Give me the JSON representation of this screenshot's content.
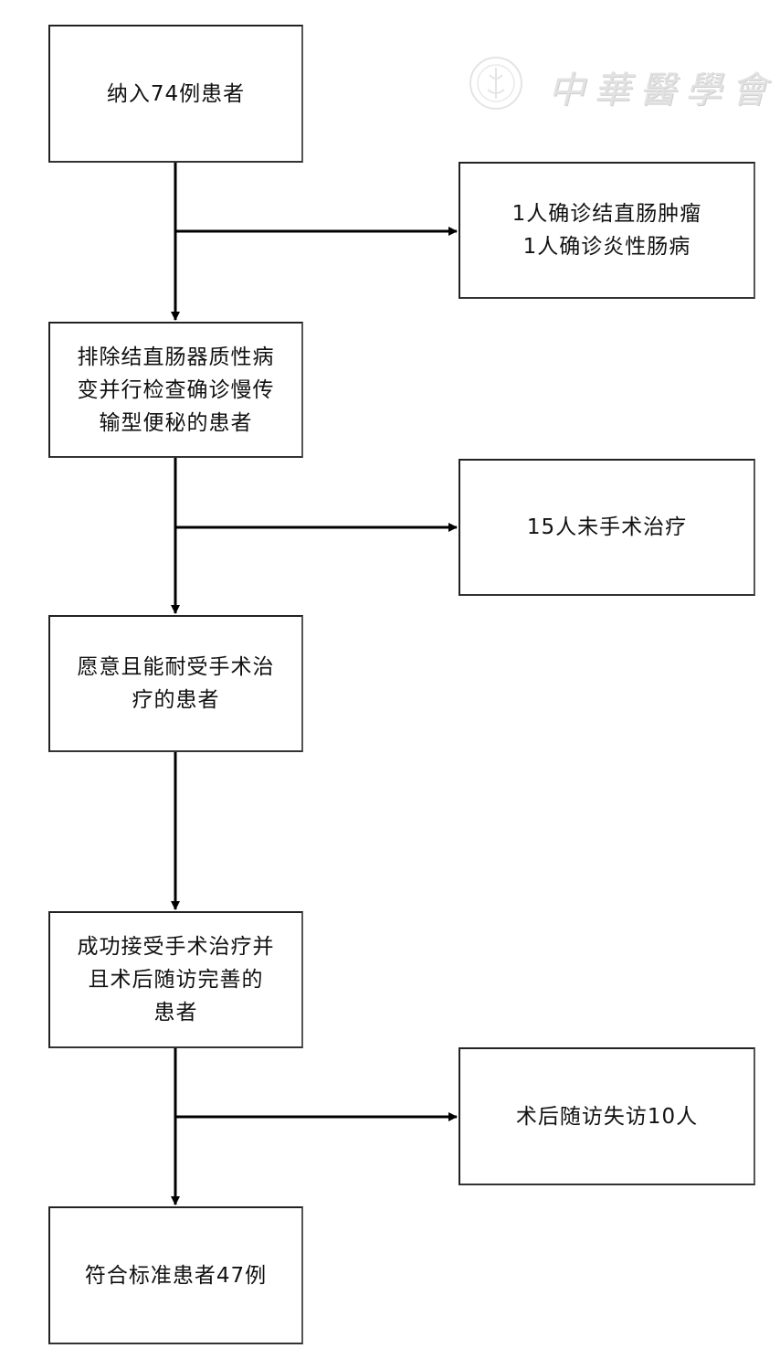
{
  "flowchart": {
    "main_steps": [
      {
        "label": "纳入74例患者"
      },
      {
        "label": "排除结直肠器质性病\n变并行检查确诊慢传\n输型便秘的患者"
      },
      {
        "label": "愿意且能耐受手术治\n疗的患者"
      },
      {
        "label": "成功接受手术治疗并\n且术后随访完善的\n患者"
      },
      {
        "label": "符合标准患者47例"
      }
    ],
    "exclusions": [
      {
        "label": "1人确诊结直肠肿瘤\n1人确诊炎性肠病"
      },
      {
        "label": "15人未手术治疗"
      },
      {
        "label": "术后随访失访10人"
      }
    ]
  },
  "watermark": {
    "text": "中華醫學會",
    "logo": "cma-emblem-icon"
  },
  "colors": {
    "line": "#000000",
    "border": "#222222",
    "watermark": "#e0e0e0"
  }
}
